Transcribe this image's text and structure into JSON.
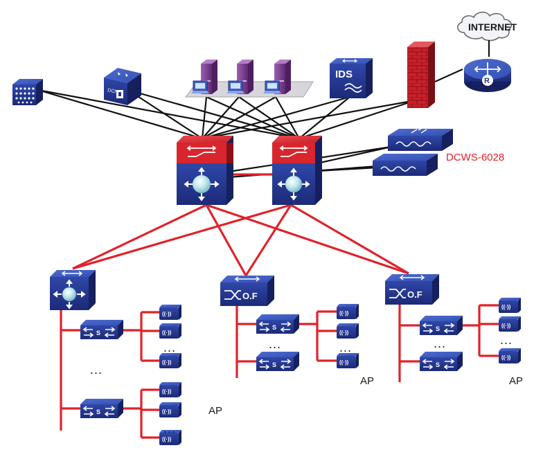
{
  "labels": {
    "internet": "INTERNET",
    "controller": "DCWS-6028",
    "ap": "AP",
    "ids": "IDS",
    "of": "O.F",
    "ellipsis": "...",
    "switch_s": "S",
    "ap_icon_text": "((·))"
  },
  "colors": {
    "core_link": "#111111",
    "distribution_link": "#e0222a",
    "device_blue": "#2a3a8f",
    "device_red": "#c8202a",
    "server_purple": "#7a3f8f"
  }
}
